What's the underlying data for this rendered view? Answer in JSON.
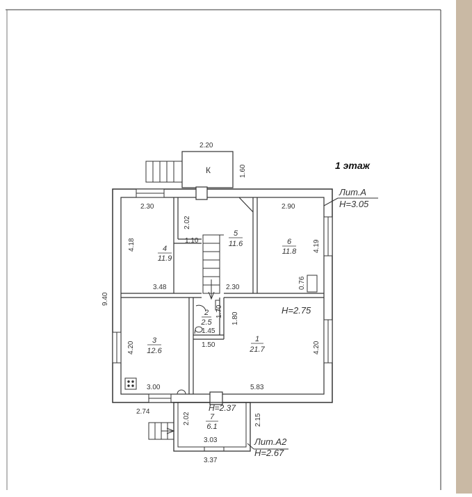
{
  "floor_title": "1 этаж",
  "lit_a": {
    "name": "Лит.А",
    "height": "H=3.05"
  },
  "lit_a2": {
    "name": "Лит.А2",
    "height": "H=2.67"
  },
  "room_heights": {
    "room1": "H=2.75",
    "room7": "H=2.37"
  },
  "porch_label": "К",
  "rooms": [
    {
      "number": "1",
      "area": "21.7"
    },
    {
      "number": "2",
      "area": "2.5"
    },
    {
      "number": "3",
      "area": "12.6"
    },
    {
      "number": "4",
      "area": "11.9"
    },
    {
      "number": "5",
      "area": "11.6"
    },
    {
      "number": "6",
      "area": "11.8"
    },
    {
      "number": "7",
      "area": "6.1"
    }
  ],
  "dimensions": {
    "porch_width": "2.20",
    "porch_depth": "1.60",
    "r4_width": "2.30",
    "r5_inner": "2.02",
    "r5_step": "1.10",
    "r6_width": "2.90",
    "r4_height": "4.18",
    "r6_height": "4.19",
    "r4_bottom": "3.48",
    "stair_bottom": "2.30",
    "r6_niche": "0.76",
    "total_height": "9.40",
    "r2_height": "1.70",
    "r1_partition": "1.80",
    "r2_width": "1.45",
    "r1_inner": "1.50",
    "r3_height": "4.20",
    "r1_height": "4.20",
    "r3_width": "3.00",
    "r1_width": "5.83",
    "ext_offset": "2.74",
    "r7_height": "2.02",
    "r7_outer_height": "2.15",
    "r7_width": "3.03",
    "ext_width": "3.37"
  }
}
